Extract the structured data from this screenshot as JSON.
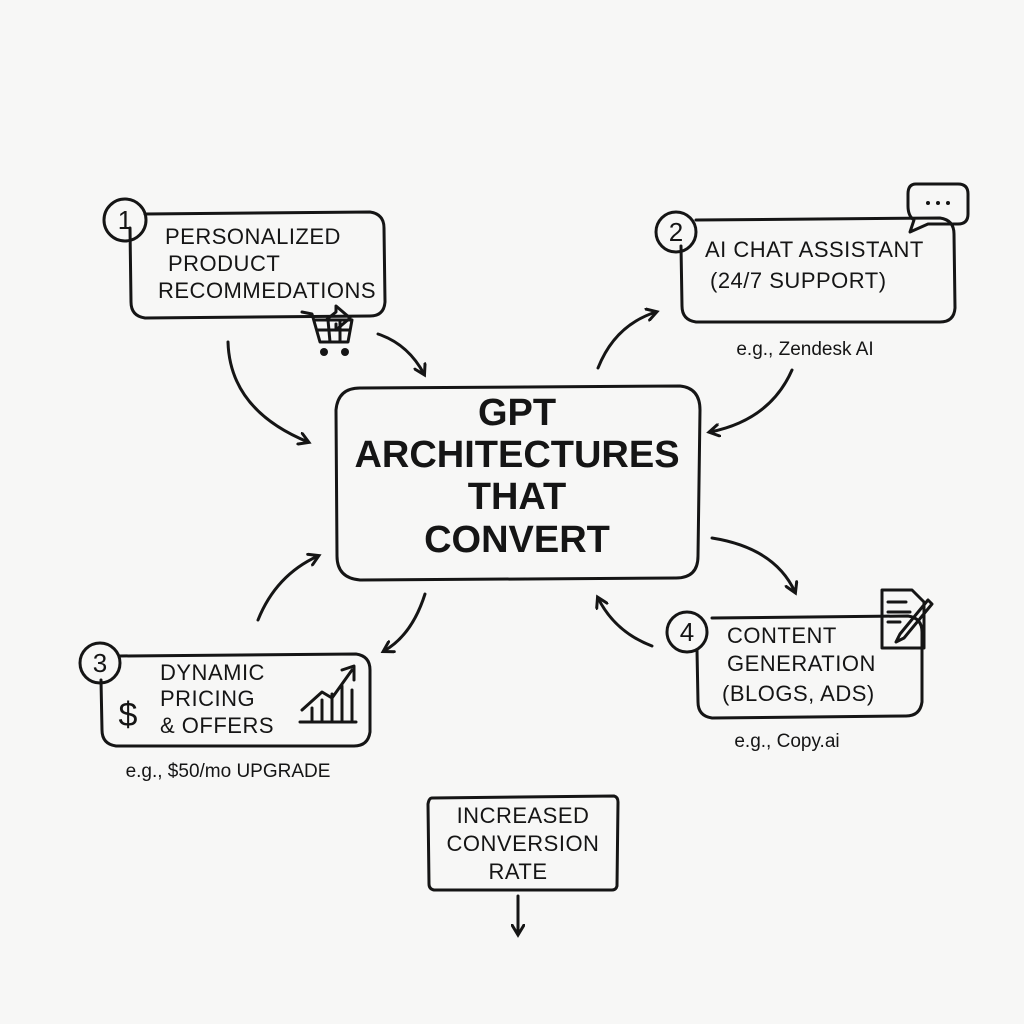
{
  "center": {
    "lines": [
      "GPT",
      "ARCHITECTURES",
      "THAT",
      "CONVERT"
    ]
  },
  "nodes": [
    {
      "number": "1",
      "lines": [
        "PERSONALIZED",
        "PRODUCT",
        "RECOMMEDATIONS"
      ],
      "icon": "shopping-cart-icon"
    },
    {
      "number": "2",
      "lines": [
        "AI CHAT ASSISTANT",
        "(24/7 SUPPORT)"
      ],
      "caption": "e.g., Zendesk AI",
      "icon": "speech-bubble-icon"
    },
    {
      "number": "3",
      "lines": [
        "DYNAMIC",
        "PRICING",
        "& OFFERS"
      ],
      "caption": "e.g., $50/mo UPGRADE",
      "symbol": "$",
      "icon": "growth-chart-icon"
    },
    {
      "number": "4",
      "lines": [
        "CONTENT",
        "GENERATION",
        "(BLOGS, ADS)"
      ],
      "caption": "e.g., Copy.ai",
      "icon": "document-pen-icon"
    }
  ],
  "outcome": {
    "lines": [
      "INCREASED",
      "CONVERSION",
      "RATE"
    ]
  }
}
